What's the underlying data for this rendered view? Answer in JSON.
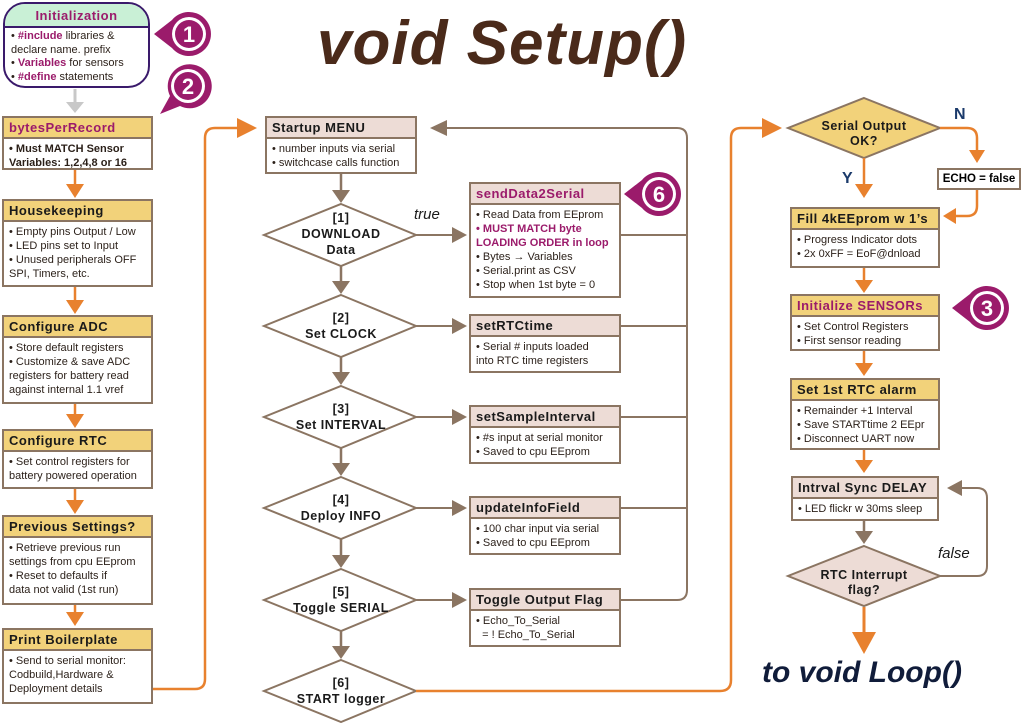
{
  "title": "void Setup()",
  "footer": "to void Loop()",
  "badges": [
    "1",
    "2",
    "3",
    "6"
  ],
  "init": {
    "title": "Initialization",
    "lines": [
      {
        "hl": "#include",
        "rest": " libraries &"
      },
      {
        "hl": "",
        "rest": "declare name. prefix"
      },
      {
        "hl": "Variables",
        "rest": " for sensors"
      },
      {
        "hl": "#define",
        "rest": " statements"
      }
    ]
  },
  "left_column": [
    {
      "title": "bytesPerRecord",
      "lines": [
        "• Must MATCH Sensor",
        "Variables: 1,2,4,8 or 16"
      ]
    },
    {
      "title": "Housekeeping",
      "lines": [
        "• Empty pins Output / Low",
        "• LED pins set to Input",
        "• Unused peripherals OFF",
        "SPI, Timers, etc."
      ]
    },
    {
      "title": "Configure ADC",
      "lines": [
        "• Store default registers",
        "• Customize & save ADC",
        "registers for battery read",
        "against internal 1.1 vref"
      ]
    },
    {
      "title": "Configure RTC",
      "lines": [
        "• Set control registers for",
        "battery powered operation"
      ]
    },
    {
      "title": "Previous Settings?",
      "lines": [
        "• Retrieve previous run",
        "settings from cpu EEprom",
        "• Reset to defaults if",
        "data not valid (1st run)"
      ]
    },
    {
      "title": "Print Boilerplate",
      "lines": [
        "• Send to serial monitor:",
        "Codbuild,Hardware &",
        "Deployment details"
      ]
    }
  ],
  "menu": {
    "title": "Startup MENU",
    "lines": [
      "• number inputs via serial",
      "• switchcase calls function"
    ]
  },
  "decisions": [
    {
      "num": "[1]",
      "label": "DOWNLOAD",
      "label2": "Data"
    },
    {
      "num": "[2]",
      "label": "Set CLOCK",
      "label2": ""
    },
    {
      "num": "[3]",
      "label": "Set INTERVAL",
      "label2": ""
    },
    {
      "num": "[4]",
      "label": "Deploy INFO",
      "label2": ""
    },
    {
      "num": "[5]",
      "label": "Toggle SERIAL",
      "label2": ""
    },
    {
      "num": "[6]",
      "label": "START logger",
      "label2": ""
    }
  ],
  "true_label": "true",
  "functions": [
    {
      "title": "sendData2Serial",
      "lines": [
        "• Read Data from EEprom",
        "• MUST MATCH byte",
        "LOADING ORDER in loop",
        "• Bytes → Variables",
        "• Serial.print as CSV",
        "• Stop when 1st byte = 0"
      ]
    },
    {
      "title": "setRTCtime",
      "lines": [
        "• Serial # inputs loaded",
        "into RTC time registers"
      ]
    },
    {
      "title": "setSampleInterval",
      "lines": [
        "• #s input at serial monitor",
        "• Saved to cpu EEprom"
      ]
    },
    {
      "title": "updateInfoField",
      "lines": [
        "• 100 char input via serial",
        "• Saved to cpu EEprom"
      ]
    },
    {
      "title": "Toggle Output Flag",
      "lines": [
        "• Echo_To_Serial",
        "  = ! Echo_To_Serial"
      ]
    }
  ],
  "right_column": {
    "serial_decision": {
      "line1": "Serial Output",
      "line2": "OK?"
    },
    "yes": "Y",
    "no": "N",
    "echo_box": "ECHO = false",
    "boxes": [
      {
        "title": "Fill 4kEEprom w 1’s",
        "lines": [
          "• Progress Indicator dots",
          "• 2x 0xFF = EoF@dnload"
        ]
      },
      {
        "title": "Initialize SENSORs",
        "lines": [
          "• Set Control Registers",
          "• First sensor reading"
        ]
      },
      {
        "title": "Set 1st RTC alarm",
        "lines": [
          "• Remainder +1 Interval",
          "• Save STARTtime 2 EEpr",
          "• Disconnect UART now"
        ]
      },
      {
        "title": "Intrval Sync DELAY",
        "lines": [
          "• LED flickr w 30ms sleep"
        ]
      }
    ],
    "rtc_decision": {
      "line1": "RTC Interrupt",
      "line2": "flag?"
    },
    "false_label": "false"
  },
  "colors": {
    "orange": "#e8812e",
    "brown": "#8b7562",
    "magenta": "#9b1b6b",
    "header_yellow": "#f2d27a",
    "header_pink": "#eddcd6",
    "init_green": "#c9f0d6"
  }
}
